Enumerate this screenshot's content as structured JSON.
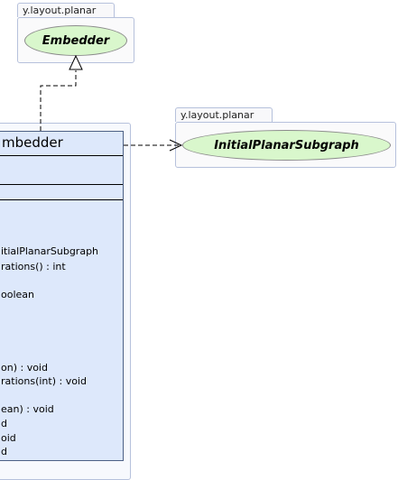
{
  "packages": [
    {
      "id": "pkg1",
      "label": "y.layout.planar"
    },
    {
      "id": "pkg2",
      "label": "y.layout.planar"
    }
  ],
  "interface_embedder": {
    "name": "Embedder"
  },
  "interface_initial": {
    "name": "InitialPlanarSubgraph"
  },
  "main_class": {
    "title": "mbedder",
    "members": [
      "itialPlanarSubgraph",
      "rations() : int",
      "oolean",
      "on) : void",
      "rations(int) : void",
      "ean) : void",
      "d",
      "oid",
      "d"
    ]
  },
  "relations": [
    {
      "type": "realization",
      "from": "main_class",
      "to": "interface_embedder",
      "line": "dashed",
      "arrow": "hollow-triangle"
    },
    {
      "type": "dependency",
      "from": "main_class",
      "to": "interface_initial",
      "line": "dashed",
      "arrow": "open"
    }
  ]
}
